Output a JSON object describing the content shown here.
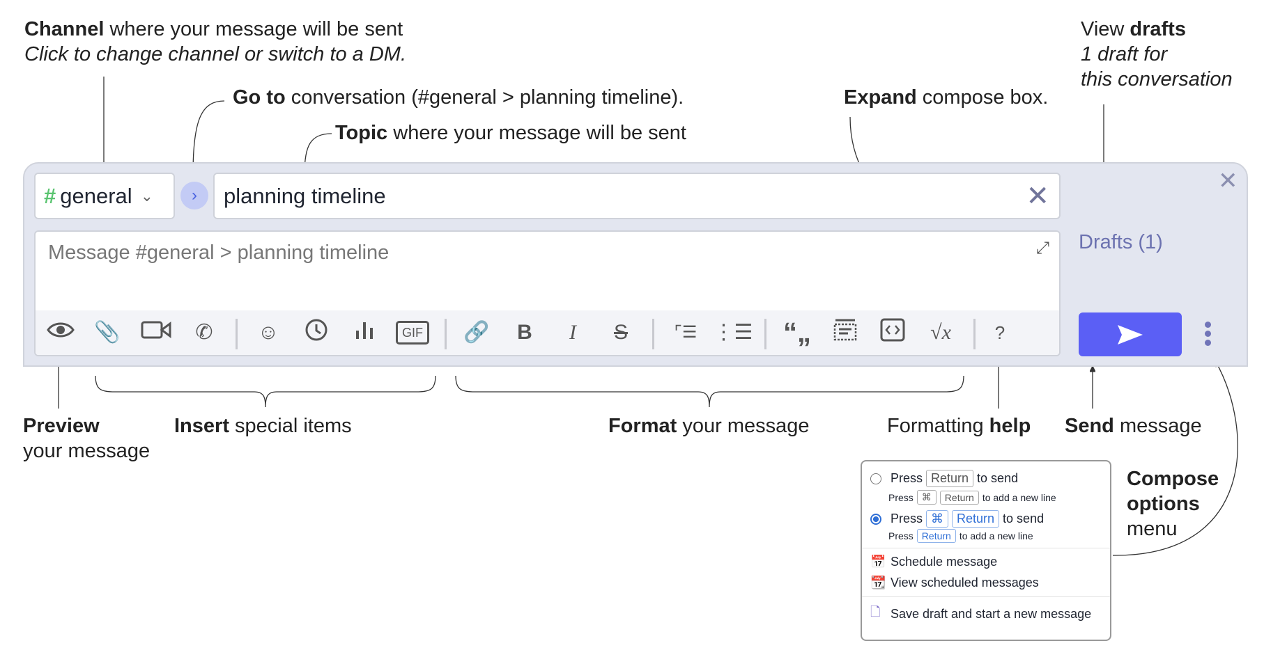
{
  "annotations": {
    "channel_bold": "Channel",
    "channel_rest": " where your message will be sent",
    "channel_sub": "Click to change channel or switch to a DM.",
    "goto_bold": "Go to",
    "goto_rest": " conversation (#general > planning timeline).",
    "topic_bold": "Topic",
    "topic_rest": " where your message will be sent",
    "expand_bold": "Expand",
    "expand_rest": " compose box.",
    "drafts_pre": "View ",
    "drafts_bold": "drafts",
    "drafts_sub1": "1 draft for",
    "drafts_sub2": "this conversation",
    "preview_bold": "Preview",
    "preview_rest": "your message",
    "insert_bold": "Insert",
    "insert_rest": " special items",
    "format_bold": "Format",
    "format_rest": " your message",
    "help_pre": "Formatting ",
    "help_bold": "help",
    "send_bold": "Send",
    "send_rest": " message",
    "compose_bold1": "Compose",
    "compose_bold2": "options",
    "compose_rest": "menu"
  },
  "compose": {
    "channel": "general",
    "topic": "planning timeline",
    "placeholder": "Message #general > planning timeline",
    "drafts": "Drafts (1)",
    "toolbar": [
      "eye-icon",
      "paperclip-icon",
      "video-icon",
      "phone-icon",
      "smile-icon",
      "clock-icon",
      "poll-icon",
      "gif-icon",
      "link-icon",
      "bold-icon",
      "italic-icon",
      "strikethrough-icon",
      "ordered-list-icon",
      "bullet-list-icon",
      "quote-icon",
      "spoiler-icon",
      "code-icon",
      "math-icon",
      "help-icon"
    ],
    "gif_label": "GIF",
    "help_label": "?"
  },
  "colors": {
    "send": "#5b5ff5",
    "hash": "#5ac470",
    "accent": "#2f6fd6"
  },
  "menu": {
    "press": "Press",
    "return": "Return",
    "cmd": "⌘",
    "to_send": "to send",
    "new_line": "to add a new line",
    "selected_option": 2,
    "schedule": "Schedule message",
    "view_scheduled": "View scheduled messages",
    "save_draft": "Save draft and start a new message"
  }
}
